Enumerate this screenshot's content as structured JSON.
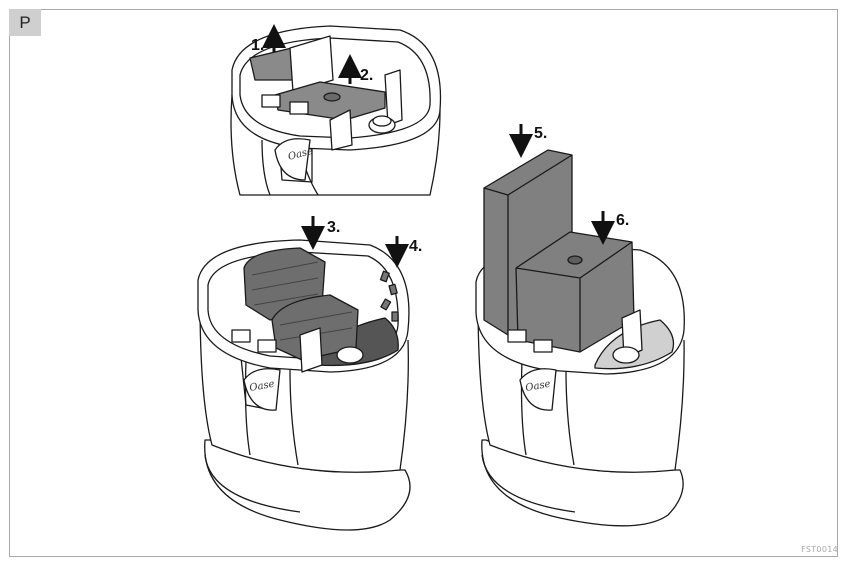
{
  "panel": {
    "label": "P",
    "figure_code": "FST0014"
  },
  "steps": {
    "s1": "1.",
    "s2": "2.",
    "s3": "3.",
    "s4": "4.",
    "s5": "5.",
    "s6": "6."
  },
  "colors": {
    "frame": "#a9a9a9",
    "sponge": "#808080",
    "outline": "#1a1a1a",
    "tag_bg": "#cfcfcf"
  },
  "brand": "Oase"
}
